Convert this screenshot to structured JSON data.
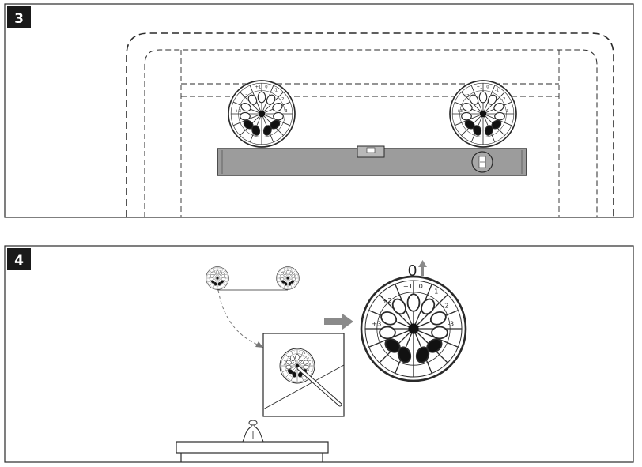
{
  "steps": [
    {
      "number": "3"
    },
    {
      "number": "4"
    }
  ],
  "step4": {
    "position_label": "0"
  },
  "colors": {
    "badge": "#1a1a1a",
    "level_body": "#9c9c9c",
    "arrow": "#8a8a8a",
    "line": "#2a2a2a"
  },
  "icons": [
    "adjustment-dial-icon",
    "spirit-level-icon",
    "arrow-up-icon",
    "arrow-right-icon",
    "pointer-tool-icon"
  ]
}
